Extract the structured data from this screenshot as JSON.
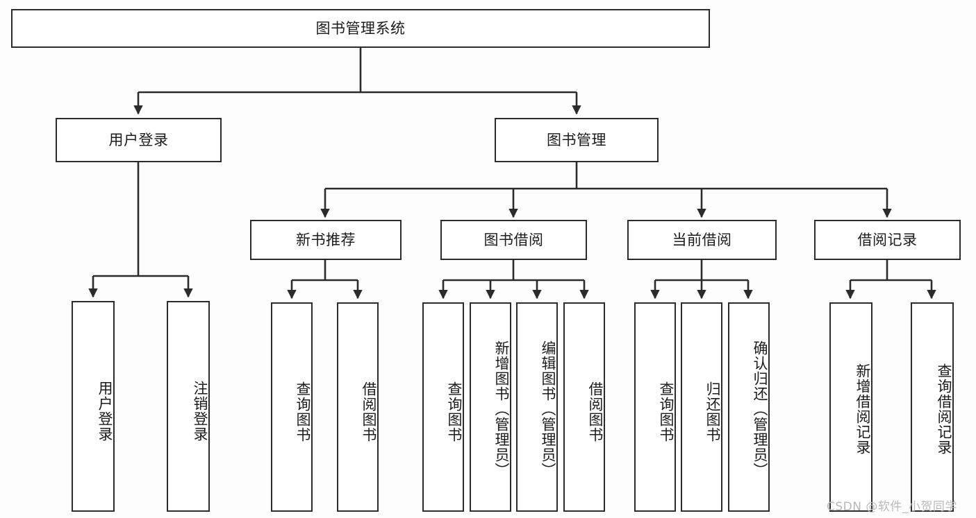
{
  "diagram": {
    "type": "tree",
    "title": "图书管理系统",
    "root": {
      "label": "图书管理系统"
    },
    "level1": [
      {
        "label": "用户登录"
      },
      {
        "label": "图书管理"
      }
    ],
    "level2": [
      {
        "label": "新书推荐"
      },
      {
        "label": "图书借阅"
      },
      {
        "label": "当前借阅"
      },
      {
        "label": "借阅记录"
      }
    ],
    "leaves": {
      "user_login": [
        {
          "label": "用户登录"
        },
        {
          "label": "注销登录"
        }
      ],
      "new_book_recommend": [
        {
          "label": "查询图书"
        },
        {
          "label": "借阅图书"
        }
      ],
      "book_borrow": [
        {
          "label": "查询图书"
        },
        {
          "label": "新增图书（管理员）"
        },
        {
          "label": "编辑图书（管理员）"
        },
        {
          "label": "借阅图书"
        }
      ],
      "current_borrow": [
        {
          "label": "查询图书"
        },
        {
          "label": "归还图书"
        },
        {
          "label": "确认归还（管理员）"
        }
      ],
      "borrow_record": [
        {
          "label": "新增借阅记录"
        },
        {
          "label": "查询借阅记录"
        }
      ]
    },
    "watermark": "CSDN @软件_小贺同学",
    "colors": {
      "stroke": "#2b2b2b",
      "fill": "#ffffff",
      "background": "#fdfdfd",
      "text": "#1b1b1b",
      "watermark": "#b9b9b9"
    }
  }
}
